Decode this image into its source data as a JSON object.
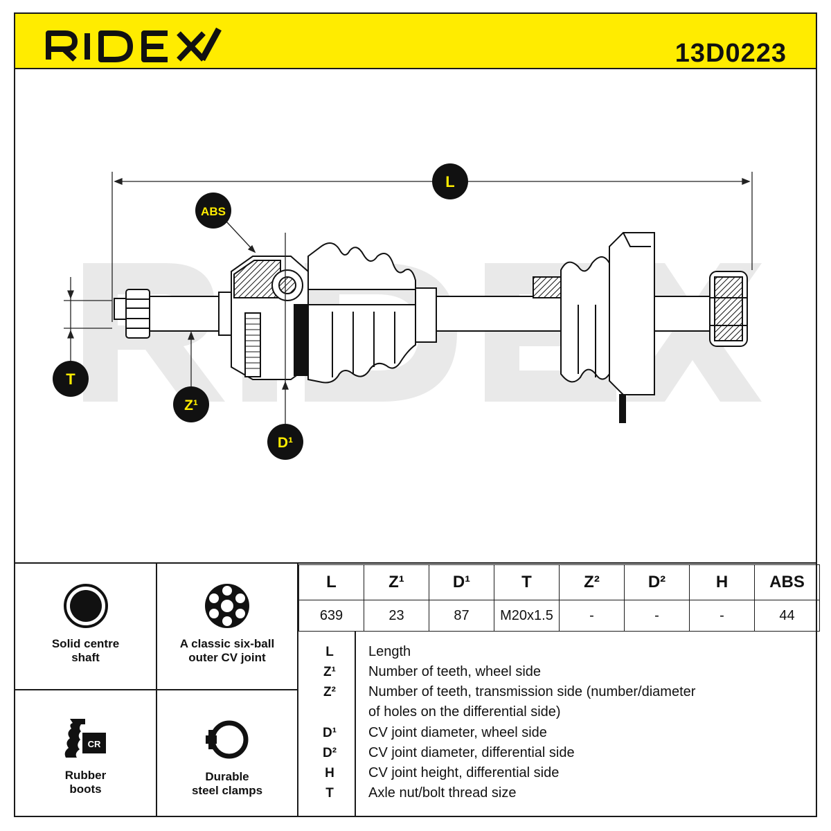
{
  "brand": "RIDEX",
  "part_number": "13D0223",
  "watermark": "RIDEX",
  "diagram": {
    "markers": {
      "L": "L",
      "ABS": "ABS",
      "T": "T",
      "Z1": "Z¹",
      "D1": "D¹"
    }
  },
  "features": [
    {
      "label": "Solid centre\nshaft",
      "icon": "solid-shaft-icon"
    },
    {
      "label": "A classic six-ball\nouter CV joint",
      "icon": "six-ball-joint-icon"
    },
    {
      "label": "Rubber\nboots",
      "icon": "rubber-boot-icon",
      "badge": "CR"
    },
    {
      "label": "Durable\nsteel clamps",
      "icon": "steel-clamp-icon"
    }
  ],
  "spec_table": {
    "headers": [
      "L",
      "Z¹",
      "D¹",
      "T",
      "Z²",
      "D²",
      "H",
      "ABS"
    ],
    "values": [
      "639",
      "23",
      "87",
      "M20x1.5",
      "-",
      "-",
      "-",
      "44"
    ]
  },
  "legend": [
    {
      "key": "L",
      "text": "Length"
    },
    {
      "key": "Z¹",
      "text": "Number of teeth, wheel side"
    },
    {
      "key": "Z²",
      "text": "Number of teeth, transmission side (number/diameter"
    },
    {
      "key": "",
      "text": "of holes on the differential side)"
    },
    {
      "key": "D¹",
      "text": "CV joint diameter, wheel side"
    },
    {
      "key": "D²",
      "text": "CV joint diameter, differential side"
    },
    {
      "key": "H",
      "text": "CV joint height, differential side"
    },
    {
      "key": "T",
      "text": "Axle nut/bolt thread size"
    }
  ]
}
